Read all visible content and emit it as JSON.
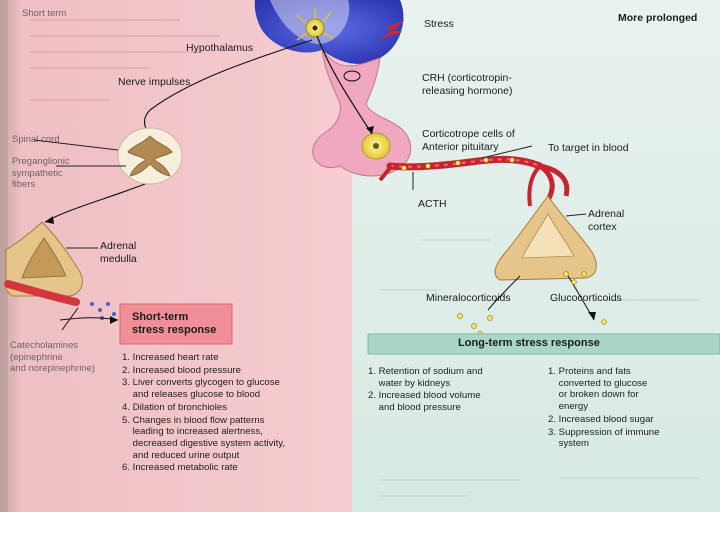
{
  "header": {
    "short_term": "Short term",
    "more_prolonged": "More prolonged"
  },
  "labels": {
    "stress": "Stress",
    "hypothalamus": "Hypothalamus",
    "nerve_impulses": "Nerve impulses",
    "crh": [
      "CRH (corticotropin-",
      "releasing hormone)"
    ],
    "corticotrope": [
      "Corticotrope cells of",
      "Anterior pituitary"
    ],
    "to_target": "To target in blood",
    "acth": "ACTH",
    "spinal_cord": "Spinal cord",
    "preganglionic": [
      "Preganglionic",
      "sympathetic",
      "fibers"
    ],
    "adrenal_medulla": [
      "Adrenal",
      "medulla"
    ],
    "adrenal_cortex": [
      "Adrenal",
      "cortex"
    ],
    "mineralocorticoids": "Mineralocorticoids",
    "glucocorticoids": "Glucocorticoids",
    "catecholamines": [
      "Catecholamines",
      "(epinephrine",
      "and norepinephrine)"
    ]
  },
  "short_term_box": {
    "title": [
      "Short-term",
      "stress response"
    ],
    "items": [
      "1. Increased heart rate",
      "2. Increased blood pressure",
      "3. Liver converts glycogen to glucose\n    and releases glucose to blood",
      "4. Dilation of bronchioles",
      "5. Changes in blood flow patterns\n    leading to increased alertness,\n    decreased digestive system activity,\n    and reduced urine output",
      "6. Increased metabolic rate"
    ]
  },
  "long_term_box": {
    "title": "Long-term stress response",
    "mineralo_items": [
      "1. Retention of sodium and\n    water by kidneys",
      "2. Increased blood volume\n    and blood pressure"
    ],
    "gluco_items": [
      "1. Proteins and fats\n    converted to glucose\n    or broken down for\n    energy",
      "2. Increased blood sugar",
      "3. Suppression of immune\n    system"
    ]
  },
  "colors": {
    "pink_panel": "#f3c7cb",
    "green_panel": "#dcede7",
    "long_term_banner": "#a9d6c6",
    "brain_blue": "#3b47c9",
    "pituitary_pink": "#ec9cb4",
    "vessel_red": "#c8242f",
    "adrenal_tan": "#e8c98f"
  }
}
